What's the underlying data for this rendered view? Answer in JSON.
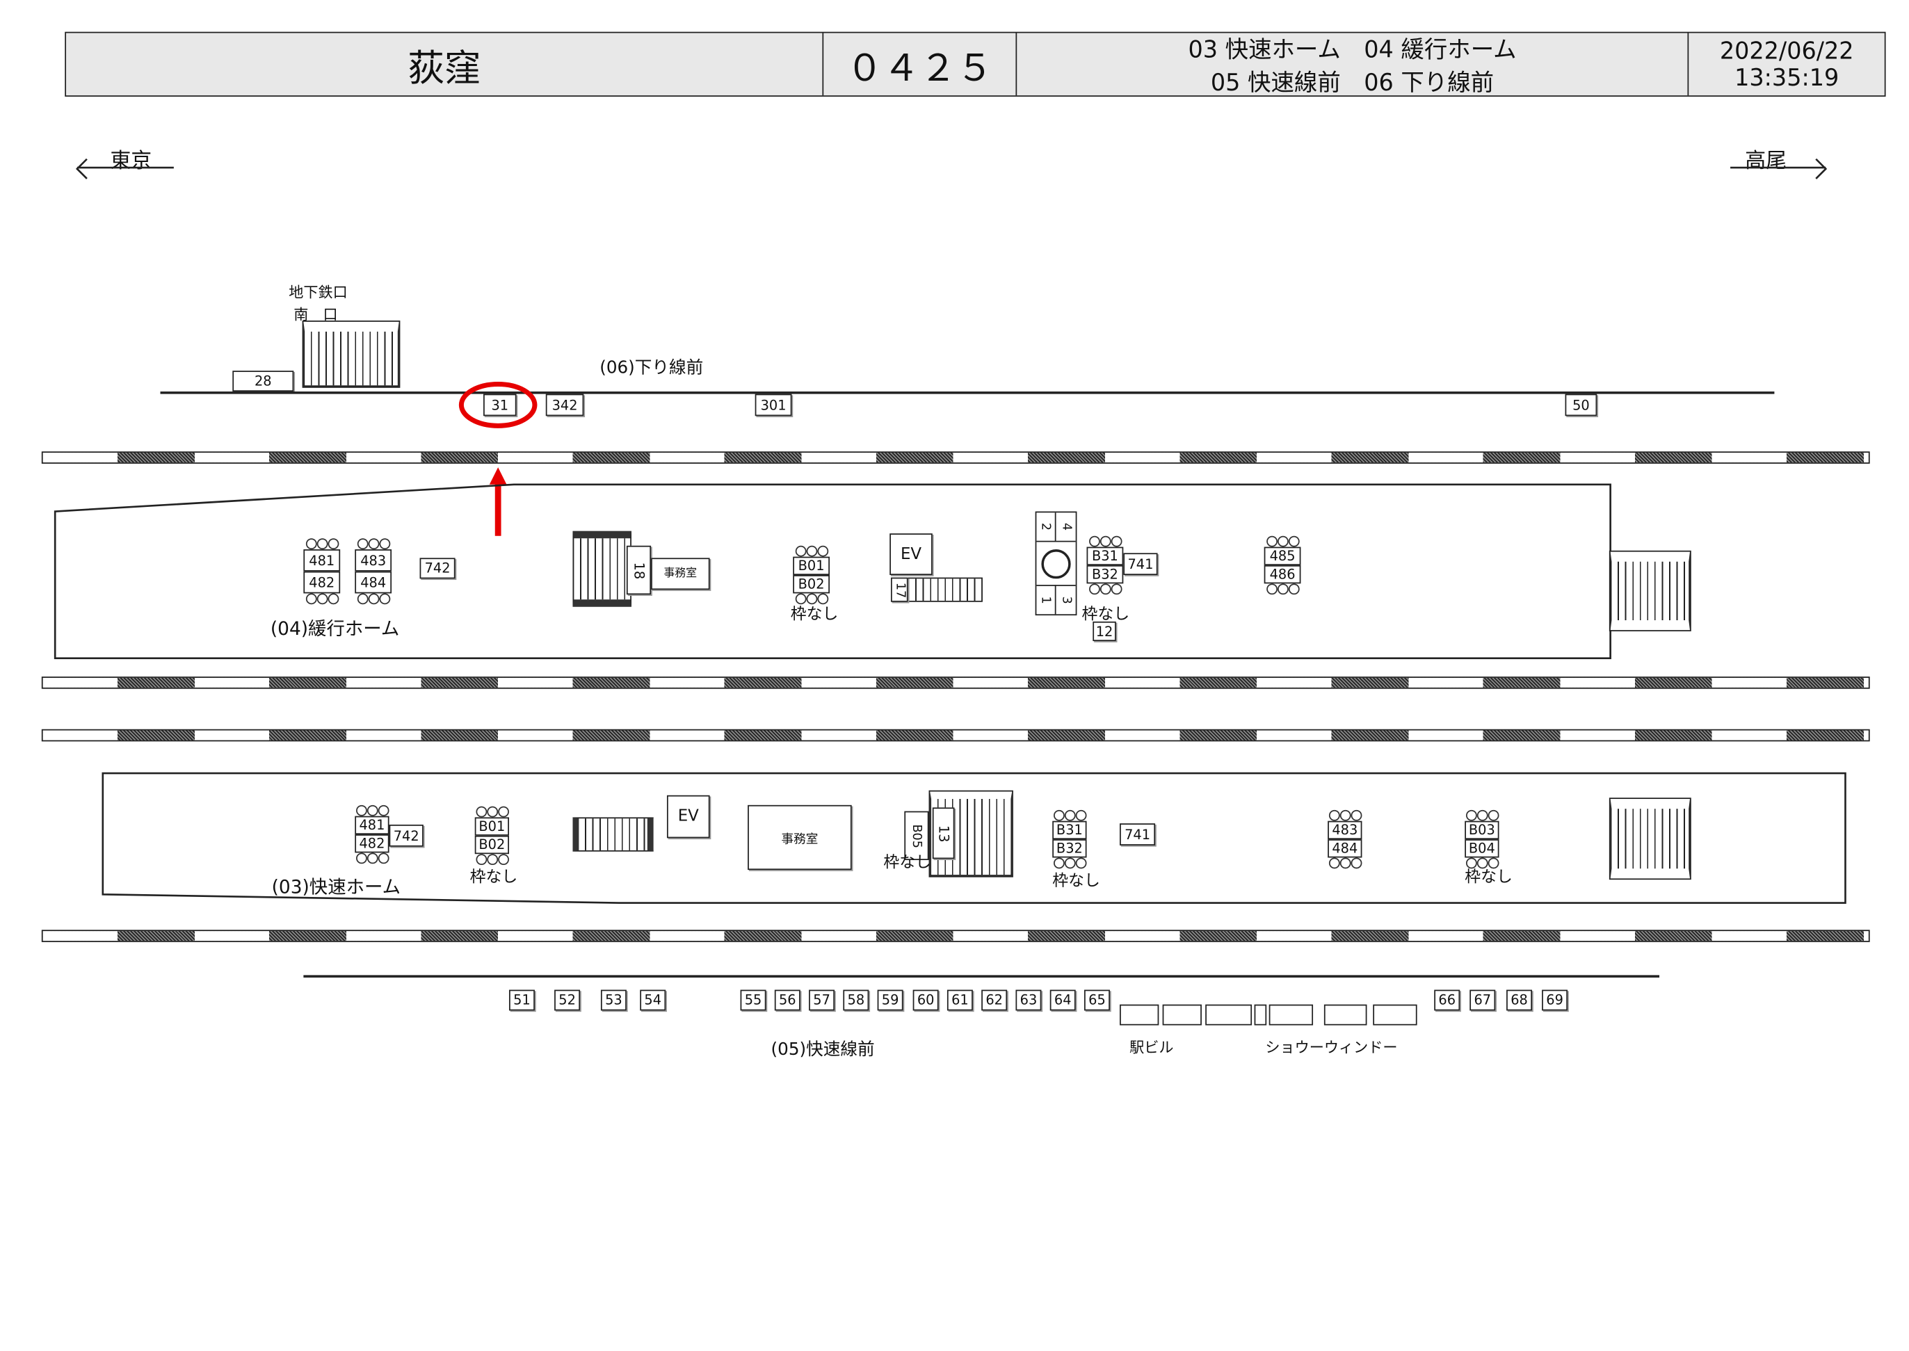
{
  "header": {
    "station": "荻窪",
    "code": "０４２５",
    "kinds_line1": "03 快速ホーム　04 緩行ホーム",
    "kinds_line2": "05 快速線前　06 下り線前",
    "date": "2022/06/22",
    "time": "13:35:19"
  },
  "directions": {
    "left": "東京",
    "right": "高尾"
  },
  "exit": {
    "line1": "地下鉄口",
    "line2": "南　口"
  },
  "line06": {
    "label": "(06)下り線前",
    "boards": [
      "28",
      "31",
      "342",
      "301",
      "50"
    ]
  },
  "platform04": {
    "label": "(04)緩行ホーム",
    "pillars": [
      [
        "481",
        "482"
      ],
      [
        "483",
        "484"
      ],
      [
        "B01",
        "B02"
      ],
      [
        "B31",
        "B32"
      ],
      [
        "485",
        "486"
      ]
    ],
    "boards": [
      "742",
      "741",
      "12"
    ],
    "stairs": [
      "18",
      "17"
    ],
    "office": "事務室",
    "ev": "EV",
    "elevator_nums": [
      "2",
      "4",
      "1",
      "3"
    ],
    "no_frame": "枠なし"
  },
  "platform03": {
    "label": "(03)快速ホーム",
    "pillars": [
      [
        "481",
        "482"
      ],
      [
        "B01",
        "B02"
      ],
      [
        "B31",
        "B32"
      ],
      [
        "483",
        "484"
      ],
      [
        "B03",
        "B04"
      ]
    ],
    "boards": [
      "742",
      "741"
    ],
    "stairs": [
      "13"
    ],
    "b05": "B05",
    "office": "事務室",
    "ev": "EV",
    "no_frame": "枠なし"
  },
  "line05": {
    "label": "(05)快速線前",
    "boards": [
      "51",
      "52",
      "53",
      "54",
      "55",
      "56",
      "57",
      "58",
      "59",
      "60",
      "61",
      "62",
      "63",
      "64",
      "65",
      "66",
      "67",
      "68",
      "69"
    ],
    "building": "駅ビル",
    "window": "ショウーウィンドー"
  },
  "highlight": {
    "board": "31",
    "color": "#e60000"
  }
}
